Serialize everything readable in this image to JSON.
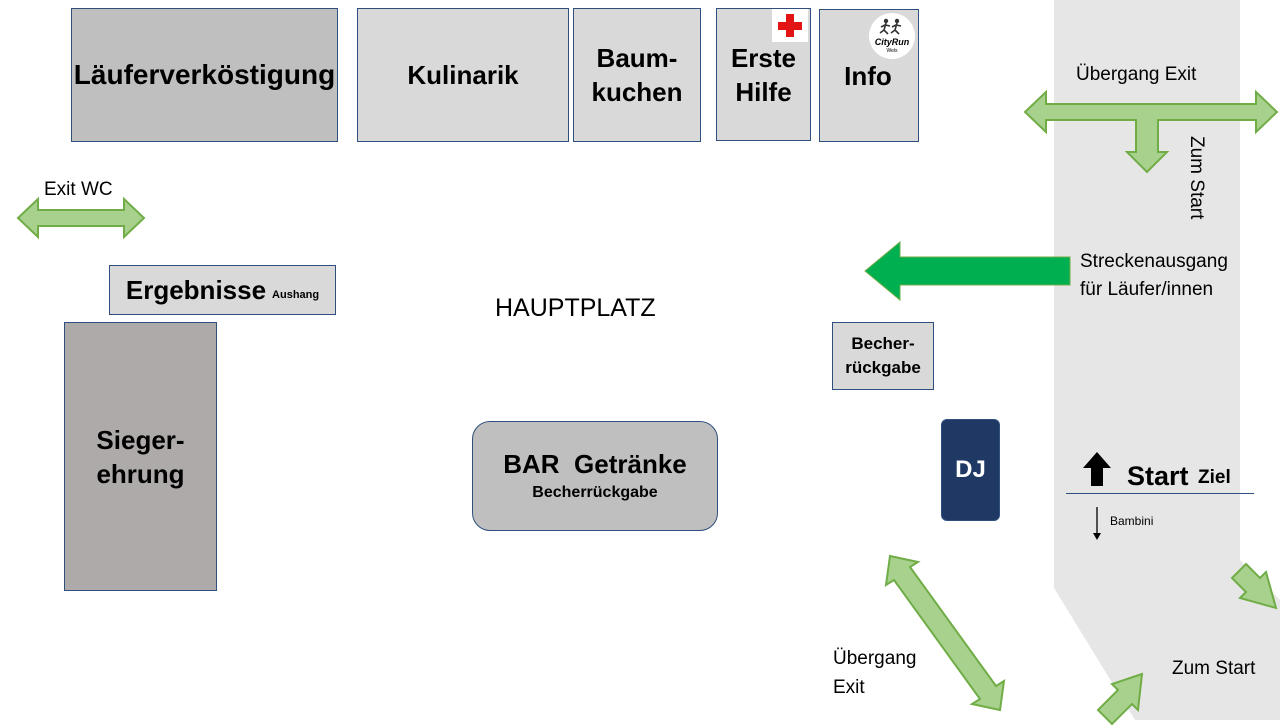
{
  "stands": {
    "lauferverkostigung": "Läuferverköstigung",
    "kulinarik": "Kulinarik",
    "baumkuchen_1": "Baum-",
    "baumkuchen_2": "kuchen",
    "erste_hilfe_1": "Erste",
    "erste_hilfe_2": "Hilfe",
    "info": "Info",
    "logo_text_1": "CityRun",
    "logo_text_2": "Wels"
  },
  "left": {
    "exit_wc": "Exit WC",
    "ergebnisse": "Ergebnisse",
    "aushang": "Aushang",
    "sieger_1": "Sieger-",
    "sieger_2": "ehrung"
  },
  "center": {
    "hauptplatz": "HAUPTPLATZ",
    "bar": "BAR  Getränke",
    "becherrueckgabe": "Becherrückgabe"
  },
  "right": {
    "uebergang_exit_top": "Übergang Exit",
    "zum_start_vertical": "Zum Start",
    "streckenausgang_1": "Streckenausgang",
    "streckenausgang_2": "für Läufer/innen",
    "becher_1": "Becher-",
    "becher_2": "rückgabe",
    "dj": "DJ",
    "start": "Start",
    "ziel": "Ziel",
    "bambini": "Bambini",
    "uebergang_exit_bottom_1": "Übergang",
    "uebergang_exit_bottom_2": "Exit",
    "zum_start_bottom": "Zum Start"
  },
  "colors": {
    "arrow_light": "#a9d18e",
    "arrow_stroke": "#70ad47",
    "arrow_dark": "#00b050",
    "street": "#e7e6e6",
    "dj_box": "#1f3864",
    "sieger_box": "#aeaaaa",
    "red_cross": "#e31414"
  }
}
